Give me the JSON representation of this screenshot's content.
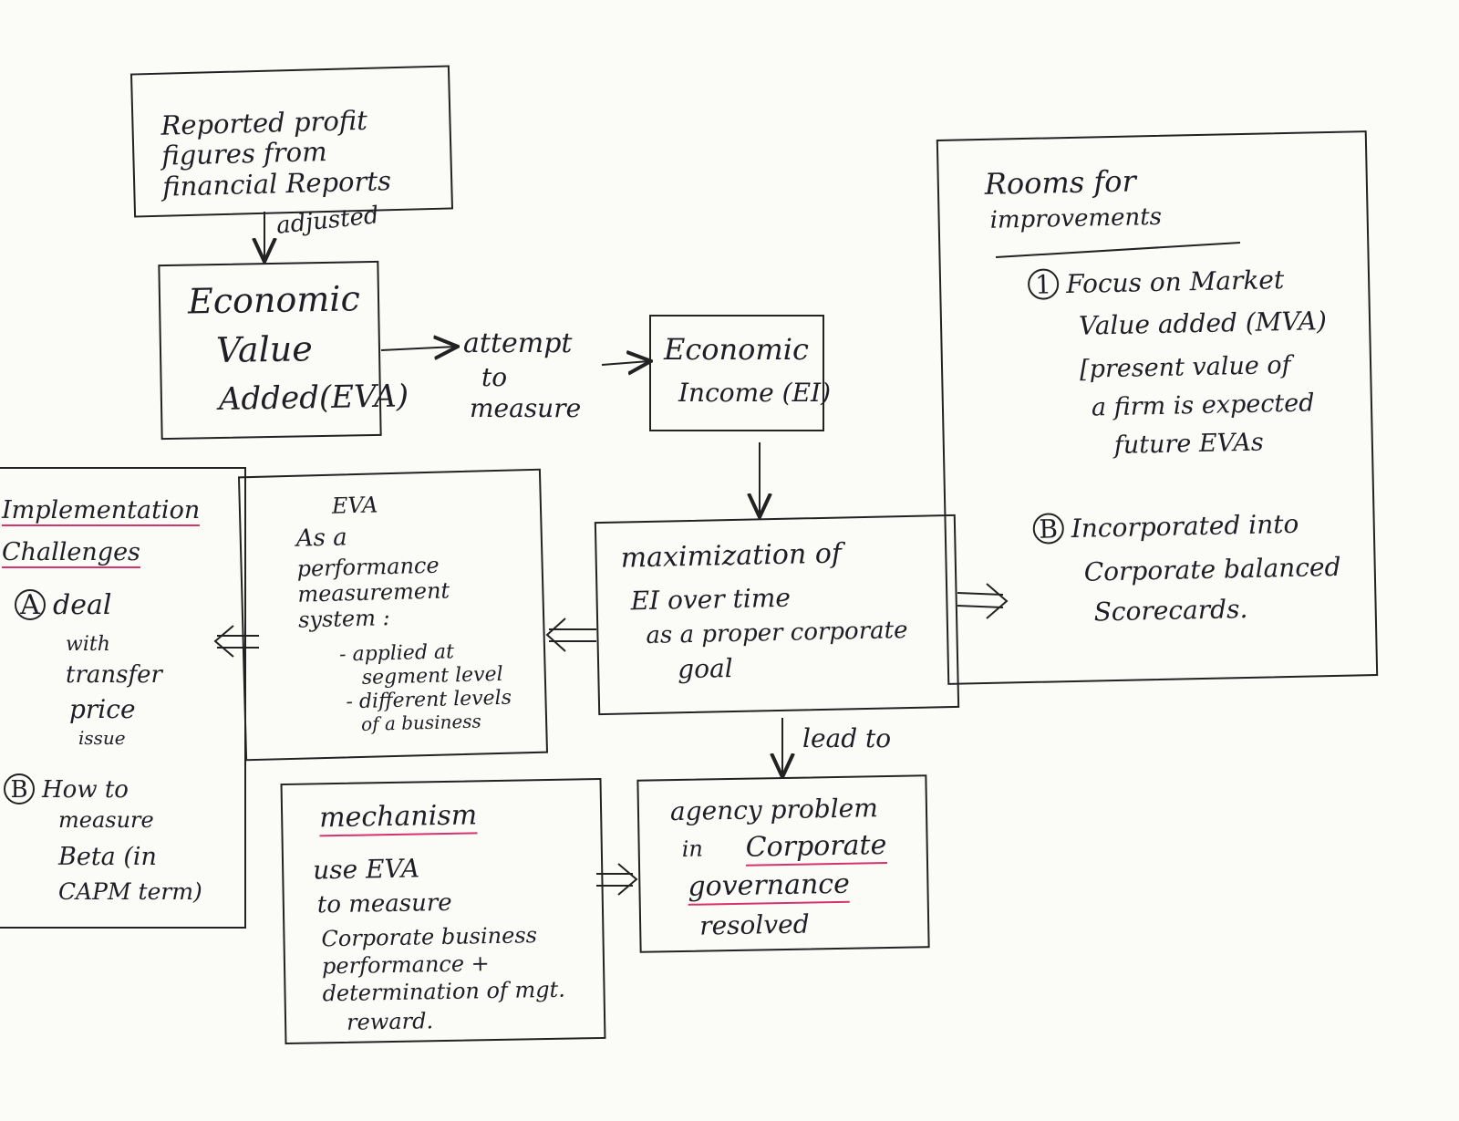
{
  "reported": {
    "text": "Reported profit figures from financial Reports"
  },
  "edge_adjusted": "adjusted",
  "eva_box": {
    "line1": "Economic",
    "line2": "Value",
    "line3": "Added(EVA)"
  },
  "edge_attempt": {
    "line1": "attempt",
    "line2": "to",
    "line3": "measure"
  },
  "ei_box": {
    "line1": "Economic",
    "line2": "Income (EI)"
  },
  "rooms": {
    "title_line1": "Rooms for",
    "title_line2": "improvements",
    "item1_marker": "1",
    "item1_line1": "Focus on Market",
    "item1_line2": "Value added (MVA)",
    "item1_line3": "[present value of",
    "item1_line4": "a firm is expected",
    "item1_line5": "future EVAs",
    "item2_marker": "B",
    "item2_line1": "Incorporated into",
    "item2_line2": "Corporate balanced",
    "item2_line3": "Scorecards."
  },
  "implementation": {
    "title_line1": "Implementation",
    "title_line2": "Challenges",
    "a_marker": "A",
    "a_line1": "deal",
    "a_line2": "with",
    "a_line3": "transfer",
    "a_line4": "price",
    "a_line5": "issue",
    "b_marker": "B",
    "b_line1": "How to",
    "b_line2": "measure",
    "b_line3": "Beta (in",
    "b_line4": "CAPM term)"
  },
  "eva_system": {
    "line1": "EVA",
    "line2": "As a",
    "line3": "performance",
    "line4": "measurement",
    "line5": "system :",
    "line6": "- applied at",
    "line7": "segment level",
    "line8": "- different levels",
    "line9": "of a business"
  },
  "max_ei": {
    "line1": "maximization of",
    "line2": "EI over time",
    "line3": "as a proper corporate",
    "line4": "goal"
  },
  "edge_lead": "lead to",
  "mechanism": {
    "title": "mechanism",
    "line1": "use EVA",
    "line2": "to measure",
    "line3": "Corporate business",
    "line4": "performance +",
    "line5": "determination of mgt.",
    "line6": "reward."
  },
  "agency": {
    "line1": "agency problem",
    "line2": "in",
    "line2b": "Corporate",
    "line3": "governance",
    "line4": "resolved"
  },
  "colors": {
    "ink": "#1e1e24",
    "accent": "#d6336c"
  }
}
